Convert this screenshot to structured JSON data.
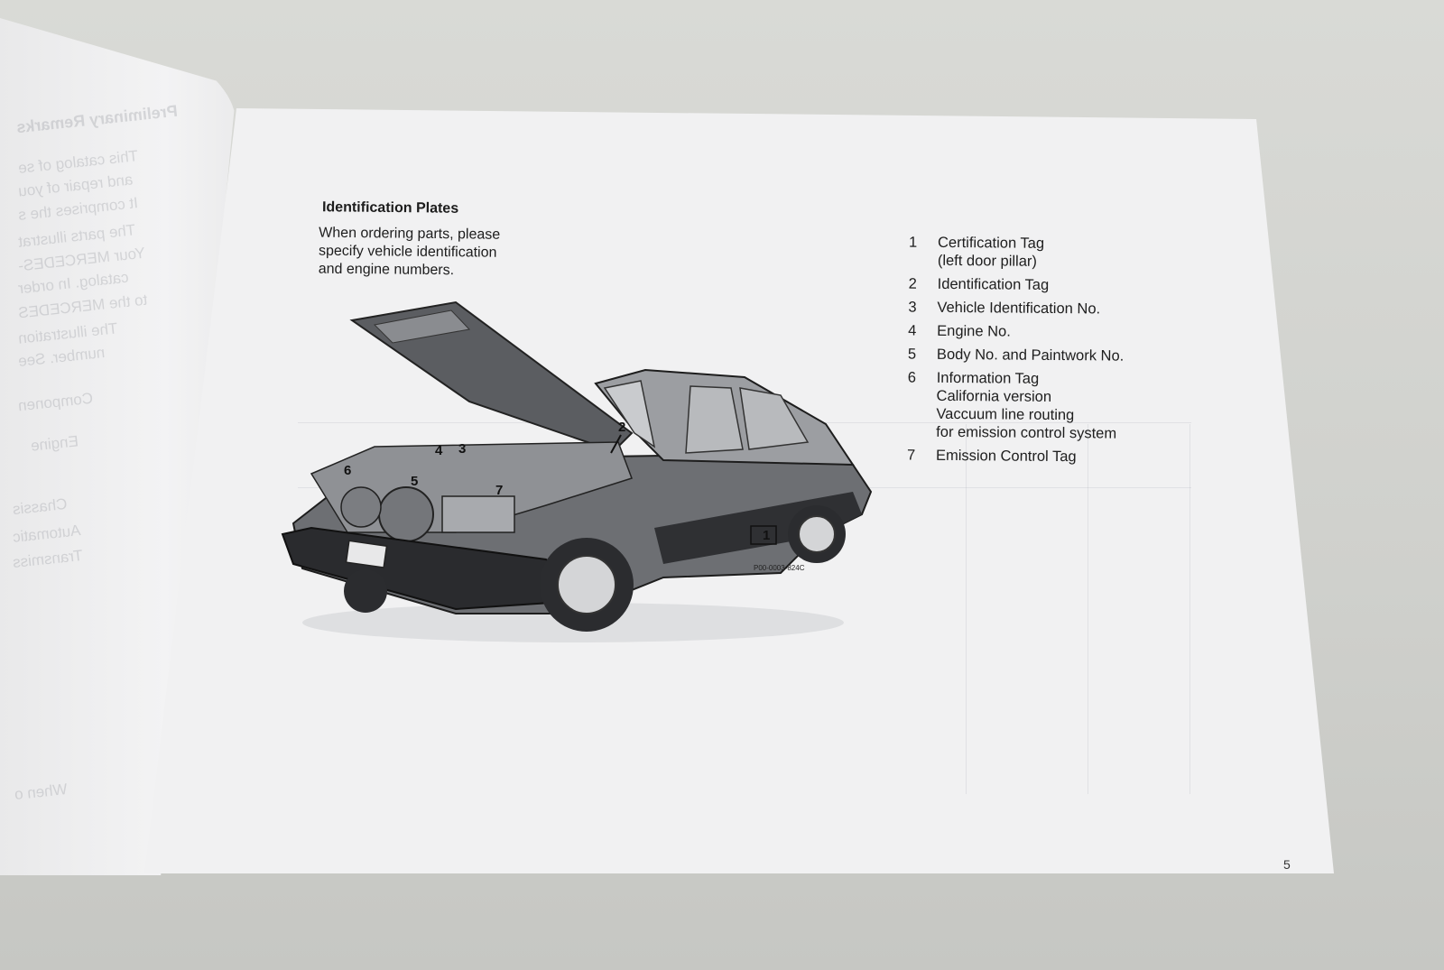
{
  "left_page_ghost": [
    "Preliminary Remarks",
    "This catalog of se",
    "and repair of you",
    "It comprises the s",
    "The parts illustrat",
    "Your MERCEDES-",
    "catalog. In order",
    "to the MERCEDES",
    "The illustration",
    "number. See",
    "Componen",
    "Engine",
    "Chassis",
    "Automatic",
    "Transmiss",
    "When o"
  ],
  "heading": "Identification Plates",
  "intro": "When ordering parts, please\nspecify vehicle identification\nand engine numbers.",
  "legend": [
    {
      "num": "1",
      "text": "Certification Tag\n(left door pillar)"
    },
    {
      "num": "2",
      "text": "Identification Tag"
    },
    {
      "num": "3",
      "text": "Vehicle Identification No."
    },
    {
      "num": "4",
      "text": "Engine No."
    },
    {
      "num": "5",
      "text": "Body No. and Paintwork No."
    },
    {
      "num": "6",
      "text": "Information Tag\nCalifornia version\nVaccuum line routing\nfor emission control system"
    },
    {
      "num": "7",
      "text": "Emission Control Tag"
    }
  ],
  "figure": {
    "callouts": [
      "1",
      "2",
      "3",
      "4",
      "5",
      "6",
      "7"
    ],
    "code": "P00-0003-824C"
  },
  "page_number": "5"
}
